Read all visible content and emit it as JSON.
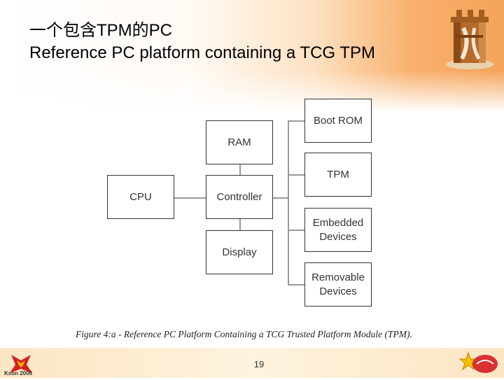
{
  "title": {
    "line1": "一个包含TPM的PC",
    "line2": "Reference PC platform containing a TCG TPM"
  },
  "diagram": {
    "blocks": {
      "ram": "RAM",
      "cpu": "CPU",
      "controller": "Controller",
      "display": "Display",
      "boot_rom": "Boot ROM",
      "tpm": "TPM",
      "embedded": [
        "Embedded",
        "Devices"
      ],
      "removable": [
        "Removable",
        "Devices"
      ]
    },
    "caption": "Figure 4:a - Reference PC Platform Containing a TCG Trusted Platform Module (TPM)."
  },
  "footer": {
    "page_number": "19",
    "left_logo_text": "Kxon 2006"
  },
  "colors": {
    "header_accent": "#f5a35a",
    "footer_band": "#fbe6c4",
    "block_border": "#333333",
    "connector": "#999999"
  },
  "icons": [
    "tower-logo-icon",
    "kxon-logo-icon",
    "star-logo-icon"
  ]
}
